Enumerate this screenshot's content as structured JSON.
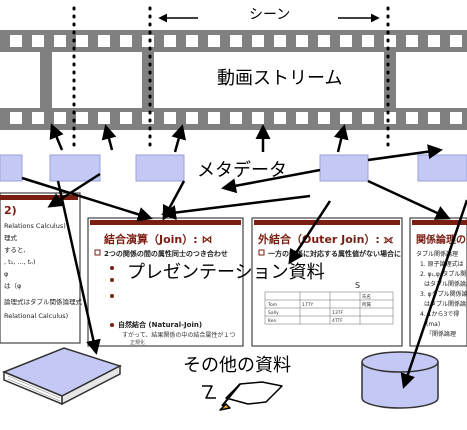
{
  "labels": {
    "scene": "シーン",
    "video_stream": "動画ストリーム",
    "metadata": "メタデータ",
    "presentation": "プレゼンテーション資料",
    "other_materials": "その他の資料"
  },
  "slides": [
    {
      "title": "2)",
      "lines": [
        "Relations Calculus)",
        "理式",
        "すると,",
        ", t₁, ..., tₙ)",
        "φ",
        "は（φ",
        "論理式はタプル関係論理式",
        "Relational Calculus)"
      ]
    },
    {
      "title": "結合演算（Join）: ⋈",
      "bullet": "2つの関係の間の属性同士のつき合わせ",
      "sub": "自然結合 (Natural-Join)",
      "subsub": "すがって、結果関係の中の結合属性が１つ",
      "note": "正規化"
    },
    {
      "title": "外結合（Outer Join）: ⟗",
      "bullet": "一方の関係に対応する属性値がない場合に",
      "table_head": "S",
      "cells": [
        "氏名",
        "所属",
        "Tom",
        "Sally",
        "Ken",
        "17TY",
        "13TF",
        "4TTF"
      ]
    },
    {
      "title": "関係論理の",
      "lines": [
        "タプル関係論理",
        "1. 原子論理式は",
        "2. φ₁,φ₂タプル関",
        "はタプル関係論理",
        "3. φタプル関係論理",
        "はタプル関係論",
        "4. 1から3で得",
        "(ma)",
        "「関係論理"
      ]
    }
  ]
}
